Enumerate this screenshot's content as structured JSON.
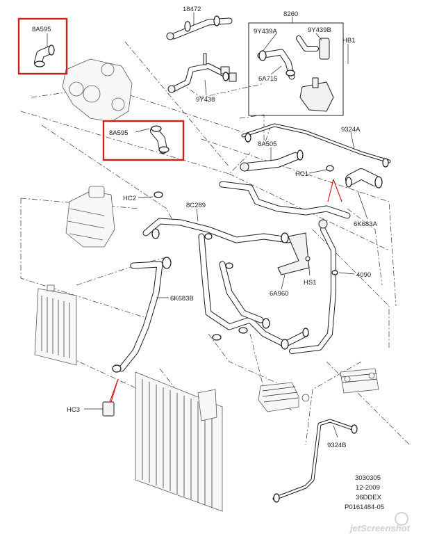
{
  "diagram": {
    "part_labels": {
      "p18472": "18472",
      "p8260": "8260",
      "p8A595_top": "8A595",
      "p9Y439A": "9Y439A",
      "p9Y439B": "9Y439B",
      "pHB1": "HB1",
      "p6A715": "6A715",
      "p9Y438": "9Y438",
      "p8A595_mid": "8A595",
      "p9324A": "9324A",
      "p8A505": "8A505",
      "pHC1": "HC1",
      "pHC2": "HC2",
      "p8C289": "8C289",
      "p6K683A": "6K683A",
      "p4090": "4090",
      "pHS1": "HS1",
      "p6A960": "6A960",
      "p6K683B": "6K683B",
      "pHC3": "HC3",
      "p9324B": "9324B"
    },
    "meta": {
      "line1": "3030305",
      "line2": "12-2009",
      "line3": "36DDEX",
      "line4": "P0161484-05"
    },
    "watermark": "jetScreenshot",
    "highlight_color": "#d0201b"
  }
}
